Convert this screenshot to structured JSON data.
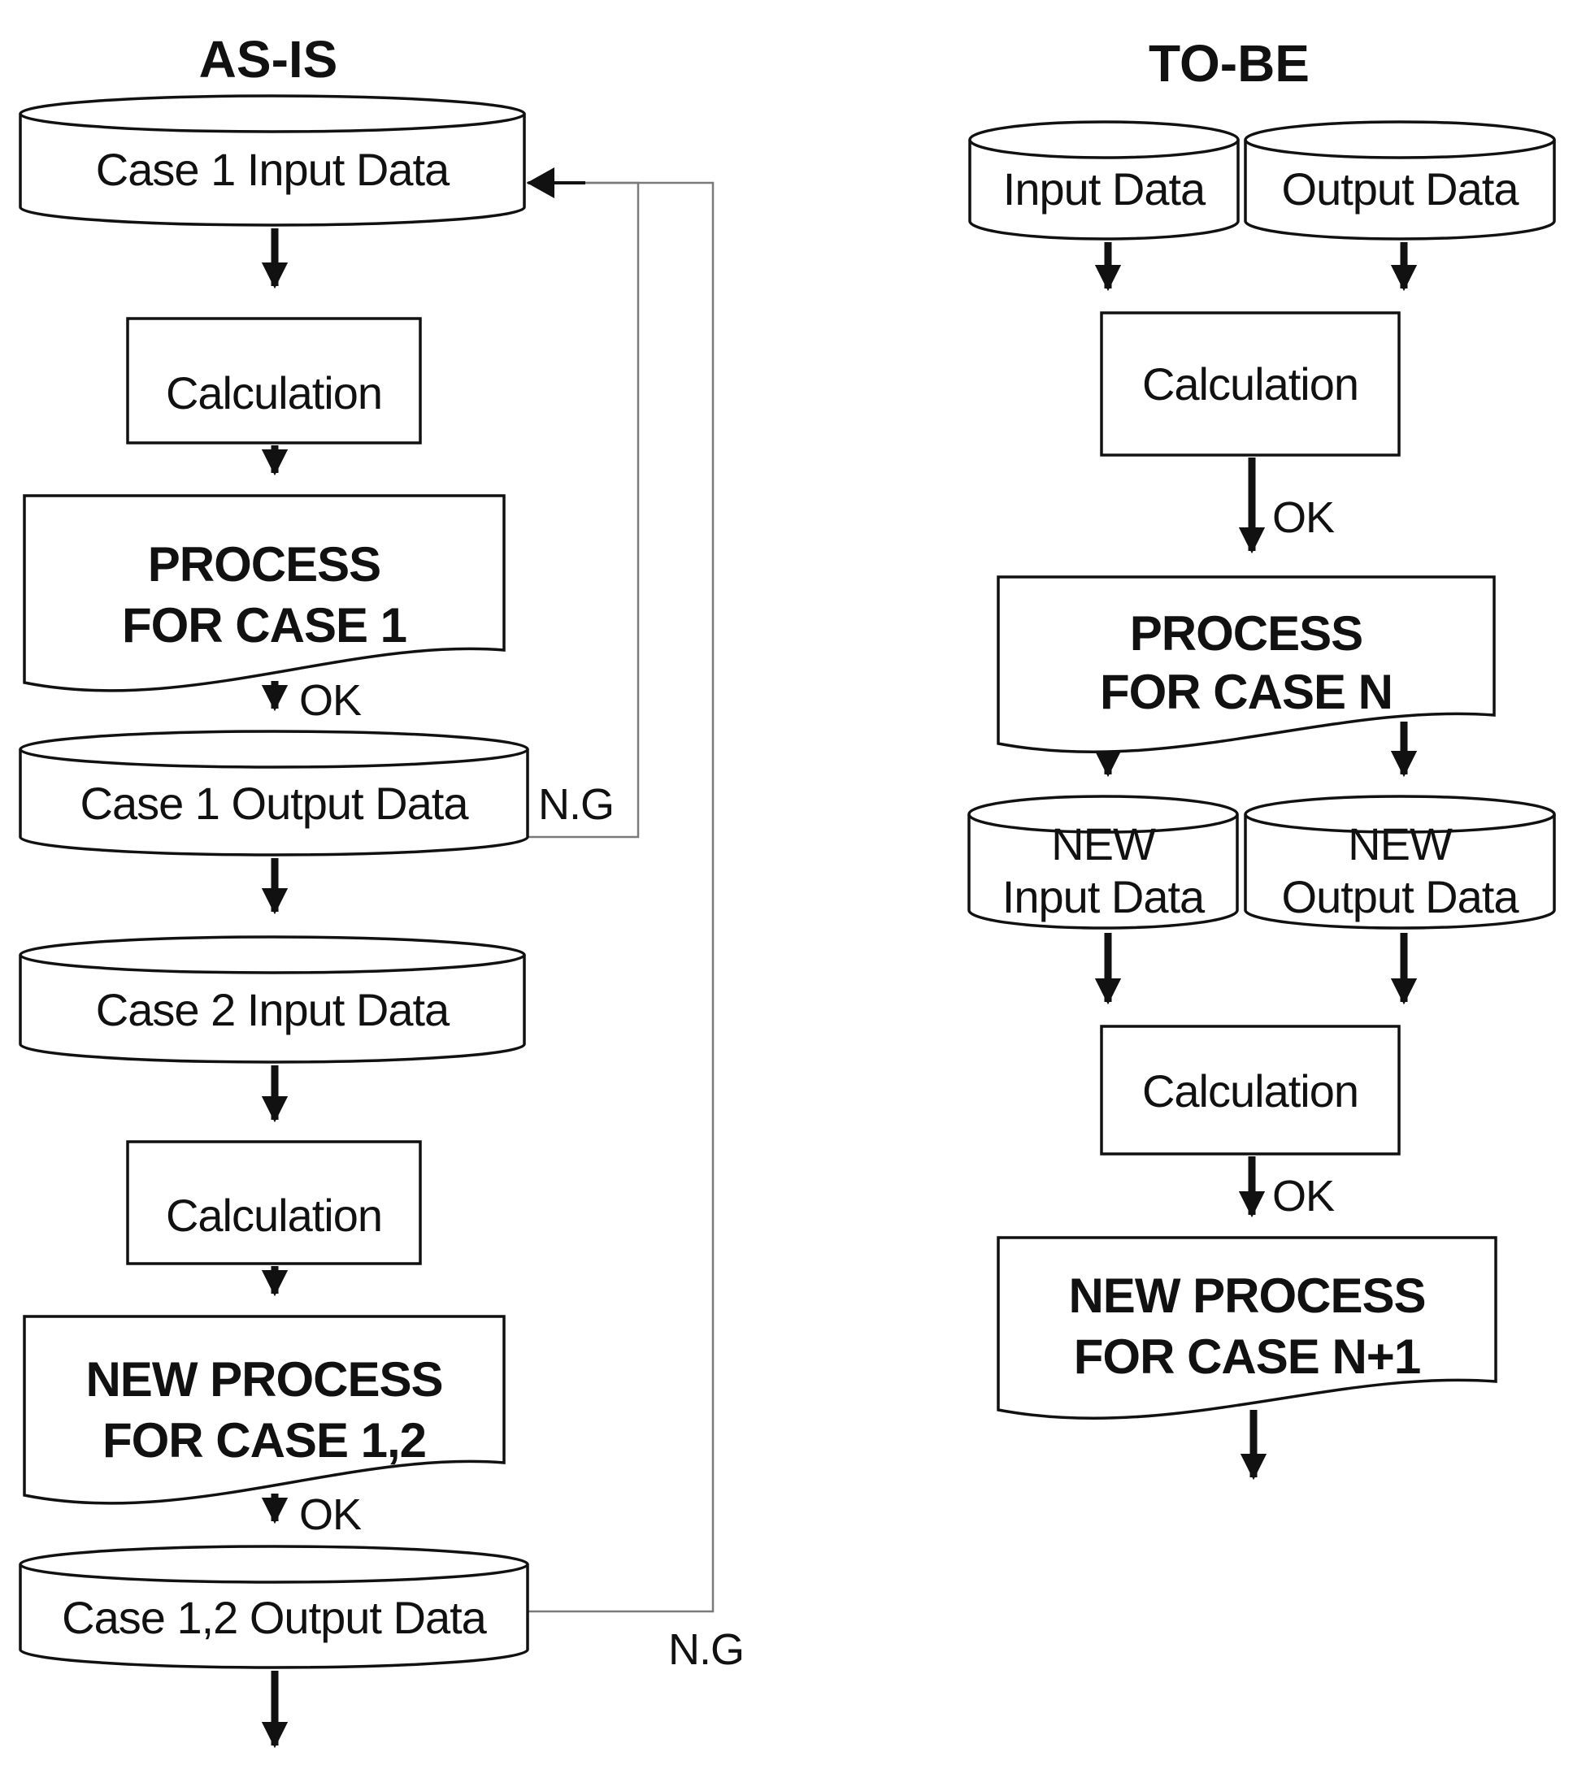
{
  "as_is": {
    "title": "AS-IS",
    "case1_input": "Case 1 Input Data",
    "calc1": "Calculation",
    "process1_line1": "PROCESS",
    "process1_line2": "FOR CASE 1",
    "ok1": "OK",
    "ng1": "N.G",
    "case1_output": "Case 1 Output Data",
    "case2_input": "Case 2 Input Data",
    "calc2": "Calculation",
    "process2_line1": "NEW PROCESS",
    "process2_line2": "FOR CASE 1,2",
    "ok2": "OK",
    "ng2": "N.G",
    "case12_output": "Case 1,2 Output Data"
  },
  "to_be": {
    "title": "TO-BE",
    "input": "Input Data",
    "output": "Output Data",
    "calc1": "Calculation",
    "ok1": "OK",
    "process1_line1": "PROCESS",
    "process1_line2": "FOR CASE N",
    "new_input_line1": "NEW",
    "new_input_line2": "Input Data",
    "new_output_line1": "NEW",
    "new_output_line2": "Output Data",
    "calc2": "Calculation",
    "ok2": "OK",
    "process2_line1": "NEW PROCESS",
    "process2_line2": "FOR CASE N+1"
  },
  "colors": {
    "stroke": "#111111",
    "loop_line": "#7a7a7a",
    "background": "#ffffff"
  }
}
